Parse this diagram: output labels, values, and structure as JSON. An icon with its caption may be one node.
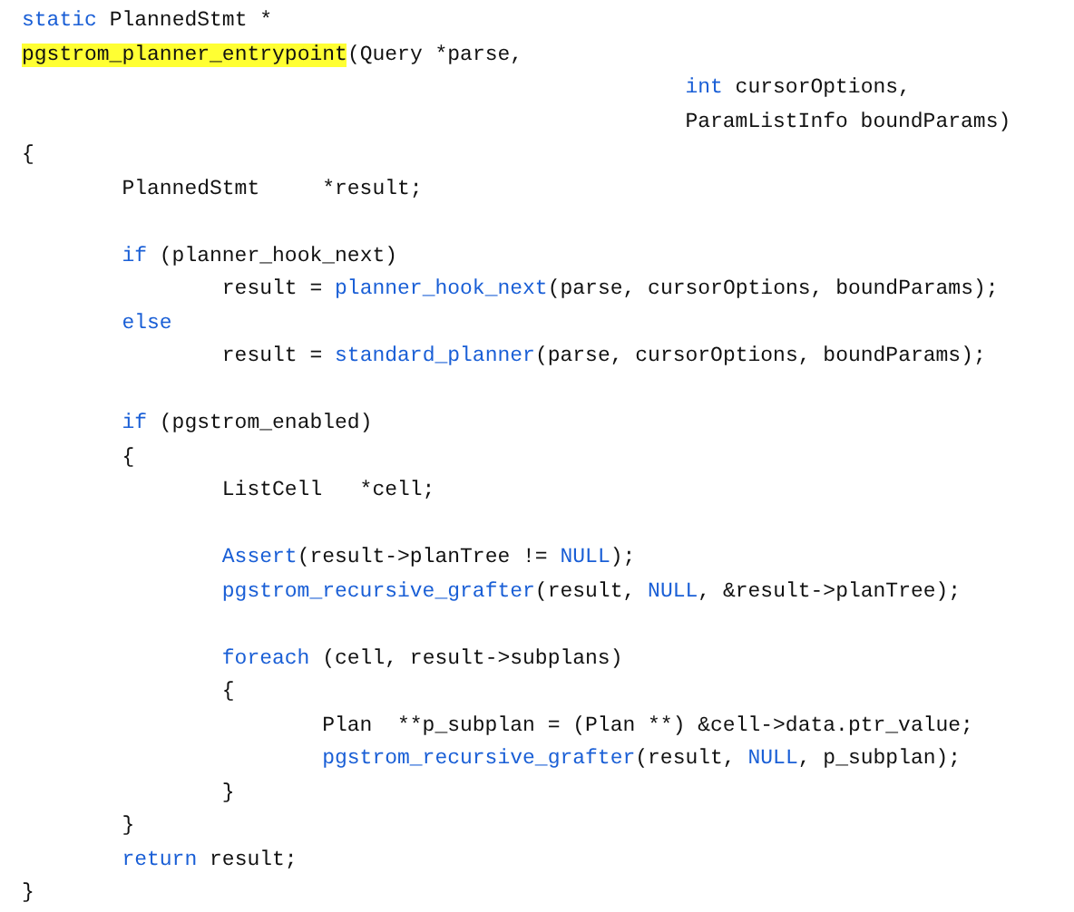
{
  "diagram": {
    "labels": [
      "static PlannedStmt *",
      "pgstrom_planner_entrypoint(Query *parse,",
      "int cursorOptions,",
      "ParamListInfo boundParams)",
      "{",
      "PlannedStmt     *result;",
      "if (planner_hook_next)",
      "result = planner_hook_next(parse, cursorOptions, boundParams);",
      "else",
      "result = standard_planner(parse, cursorOptions, boundParams);",
      "if (pgstrom_enabled)",
      "{",
      "ListCell   *cell;",
      "Assert(result->planTree != NULL);",
      "pgstrom_recursive_grafter(result, NULL, &result->planTree);",
      "foreach (cell, result->subplans)",
      "{",
      "Plan  **p_subplan = (Plan **) &cell->data.ptr_value;",
      "pgstrom_recursive_grafter(result, NULL, p_subplan);",
      "}",
      "}",
      "return result;",
      "}"
    ]
  }
}
